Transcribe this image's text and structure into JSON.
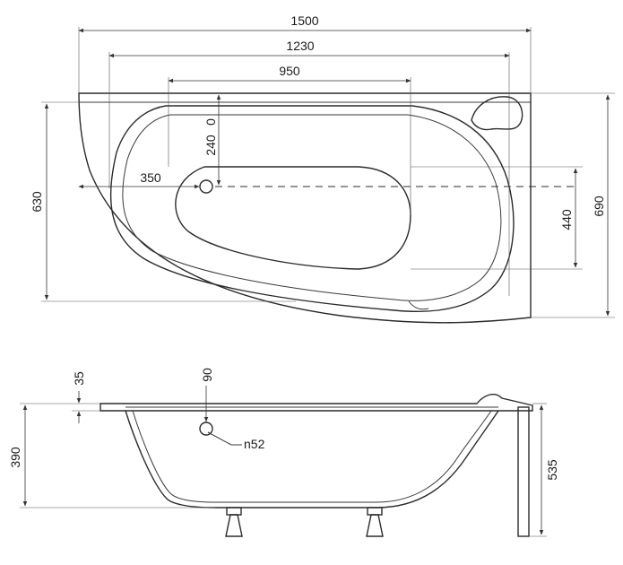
{
  "top_view": {
    "overall_length": "1500",
    "inner_length": "1230",
    "bottom_length": "950",
    "waste_depth": "240",
    "waste_zero": "0",
    "waste_offset": "350",
    "bottom_width": "440",
    "overall_width": "690",
    "short_width": "630"
  },
  "side_view": {
    "rim_thickness": "35",
    "waste_offset": "90",
    "overflow_diameter": "n52",
    "depth": "390",
    "total_height": "535"
  }
}
